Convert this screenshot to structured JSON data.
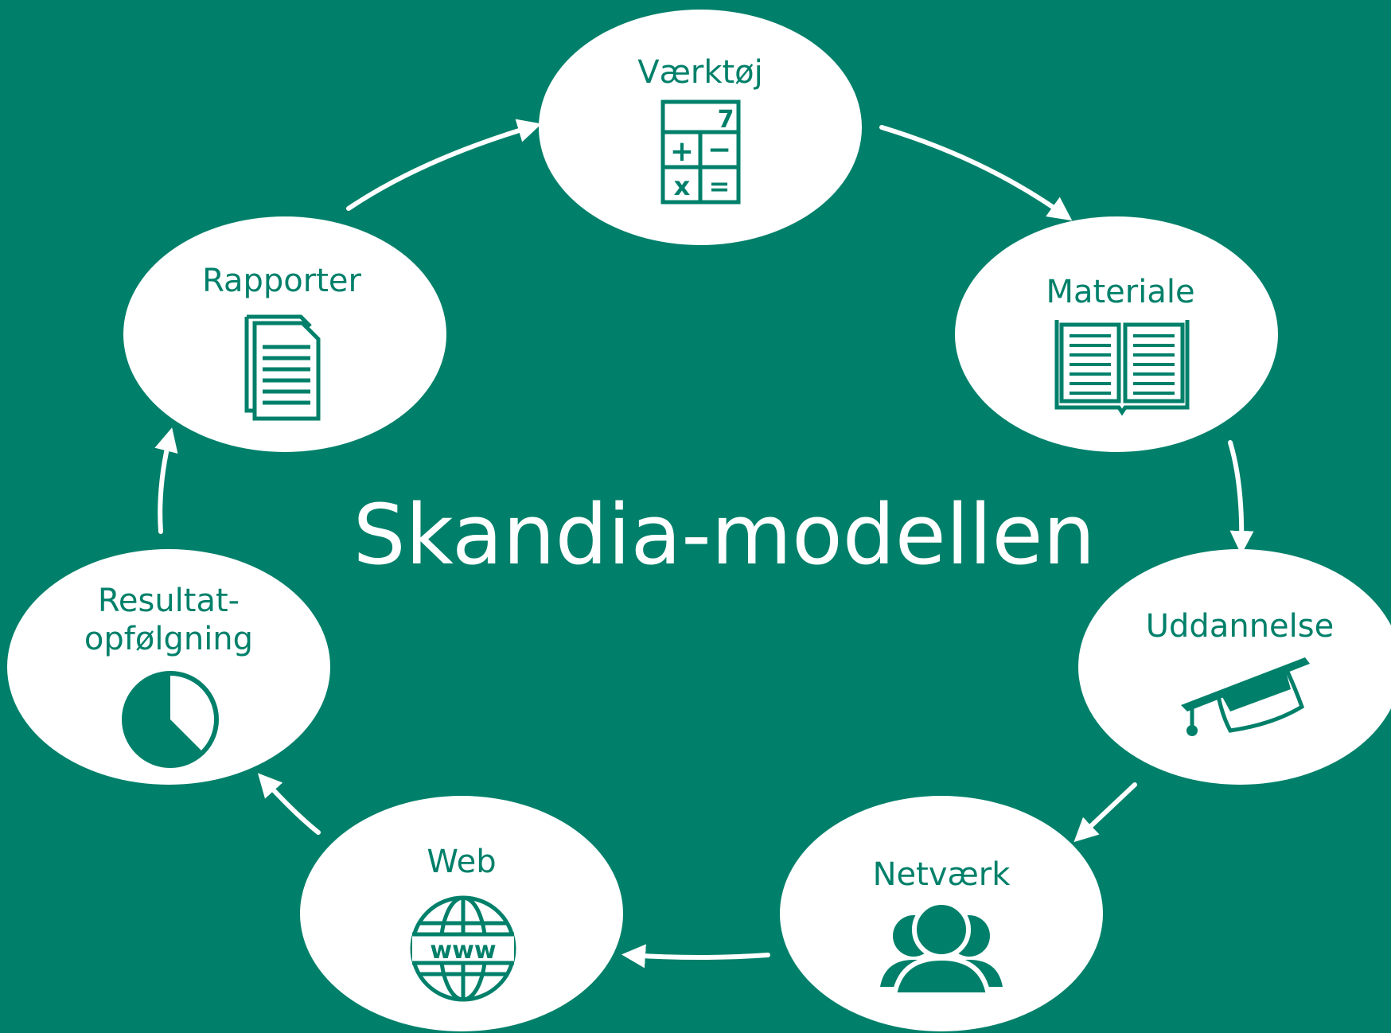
{
  "title": "Skandia-modellen",
  "colors": {
    "background": "#00806a",
    "node_fill": "#ffffff",
    "accent": "#00806a",
    "arrow": "#ffffff"
  },
  "nodes": [
    {
      "id": "vaerktoej",
      "label": "Værktøj",
      "icon": "calculator-icon",
      "calculator_keys": [
        "7",
        "+",
        "−",
        "x",
        "="
      ]
    },
    {
      "id": "materiale",
      "label": "Materiale",
      "icon": "open-book-icon"
    },
    {
      "id": "uddannelse",
      "label": "Uddannelse",
      "icon": "graduation-cap-icon"
    },
    {
      "id": "netvaerk",
      "label": "Netværk",
      "icon": "people-group-icon"
    },
    {
      "id": "web",
      "label": "Web",
      "icon": "globe-www-icon",
      "icon_text": "www"
    },
    {
      "id": "resultat",
      "label_line1": "Resultat-",
      "label_line2": "opfølgning",
      "icon": "pie-clock-icon"
    },
    {
      "id": "rapporter",
      "label": "Rapporter",
      "icon": "document-icon"
    }
  ]
}
